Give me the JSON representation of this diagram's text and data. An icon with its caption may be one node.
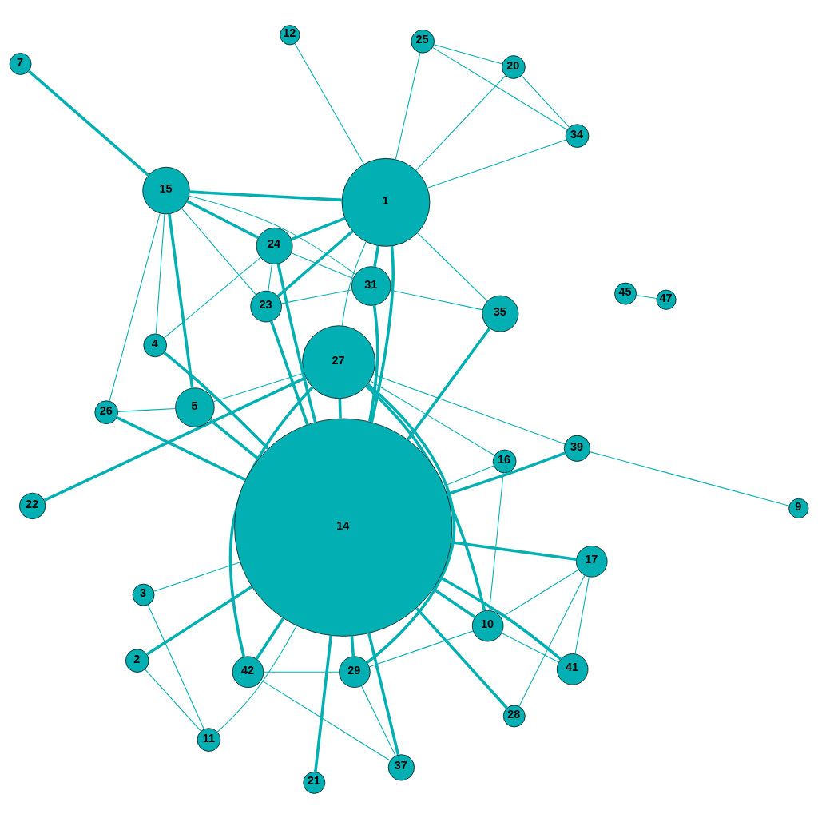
{
  "diagram": {
    "nodes": [
      {
        "text": [
          "22"
        ]
      },
      {
        "text": [
          "9"
        ]
      },
      {
        "text": [
          "27"
        ]
      },
      {
        "text": [
          "39"
        ]
      },
      {
        "text": [
          "16"
        ]
      },
      {
        "text": [
          "29"
        ]
      },
      {
        "text": [
          "45"
        ]
      },
      {
        "text": [
          "47"
        ]
      },
      {
        "text": [
          "42"
        ]
      },
      {
        "text": [
          "37"
        ]
      },
      {
        "text": [
          "10"
        ]
      },
      {
        "text": [
          "26"
        ]
      },
      {
        "text": [
          "21"
        ]
      },
      {
        "text": [
          "5"
        ]
      },
      {
        "text": [
          "41"
        ]
      },
      {
        "text": [
          "14"
        ]
      },
      {
        "text": [
          "17"
        ]
      },
      {
        "text": [
          "4"
        ]
      },
      {
        "text": [
          "28"
        ]
      },
      {
        "text": [
          "15"
        ]
      },
      {
        "text": [
          "7"
        ]
      },
      {
        "text": [
          "24"
        ]
      },
      {
        "text": [
          "2"
        ]
      },
      {
        "text": [
          "11"
        ]
      },
      {
        "text": [
          "35"
        ]
      },
      {
        "text": [
          "1"
        ]
      },
      {
        "text": [
          "3"
        ]
      },
      {
        "text": [
          "31"
        ]
      },
      {
        "text": [
          "20"
        ]
      },
      {
        "text": [
          "12"
        ]
      },
      {
        "text": [
          "23"
        ]
      },
      {
        "text": [
          "34"
        ]
      },
      {
        "text": [
          "25"
        ]
      }
    ],
    "edges": [
      {
        "from": 2,
        "to": 0,
        "arrow": "none",
        "style": "thick"
      },
      {
        "from": 1,
        "to": 3,
        "arrow": "none"
      },
      {
        "from": 3,
        "to": 2,
        "arrow": "none"
      },
      {
        "from": 3,
        "to": 15,
        "arrow": "none",
        "style": "thick"
      },
      {
        "from": 2,
        "to": 13,
        "arrow": "none"
      },
      {
        "from": 2,
        "to": 25,
        "arrow": "none"
      },
      {
        "from": 2,
        "to": 15,
        "arrow": "none",
        "style": "thick"
      },
      {
        "from": 2,
        "to": 8,
        "arrow": "none",
        "style": "thick"
      },
      {
        "from": 2,
        "to": 5,
        "arrow": "none",
        "style": "thick"
      },
      {
        "from": 2,
        "to": 10,
        "arrow": "none",
        "style": "thick"
      },
      {
        "from": 2,
        "to": 4,
        "arrow": "none"
      },
      {
        "from": 5,
        "to": 8,
        "arrow": "none"
      },
      {
        "from": 5,
        "to": 15,
        "arrow": "none",
        "style": "thick"
      },
      {
        "from": 5,
        "to": 10,
        "arrow": "none"
      },
      {
        "from": 5,
        "to": 9,
        "arrow": "none"
      },
      {
        "from": 8,
        "to": 9,
        "arrow": "none"
      },
      {
        "from": 8,
        "to": 15,
        "arrow": "none",
        "style": "thick"
      },
      {
        "from": 4,
        "to": 10,
        "arrow": "none"
      },
      {
        "from": 4,
        "to": 15,
        "arrow": "none"
      },
      {
        "from": 9,
        "to": 15,
        "arrow": "none",
        "style": "thick"
      },
      {
        "from": 10,
        "to": 15,
        "arrow": "none",
        "style": "thick"
      },
      {
        "from": 10,
        "to": 14,
        "arrow": "none"
      },
      {
        "from": 10,
        "to": 16,
        "arrow": "none"
      },
      {
        "from": 6,
        "to": 7,
        "arrow": "none"
      },
      {
        "from": 11,
        "to": 13,
        "arrow": "none"
      },
      {
        "from": 11,
        "to": 19,
        "arrow": "none"
      },
      {
        "from": 11,
        "to": 15,
        "arrow": "none",
        "style": "thick"
      },
      {
        "from": 12,
        "to": 15,
        "arrow": "none",
        "style": "thick"
      },
      {
        "from": 13,
        "to": 15,
        "arrow": "none",
        "style": "thick"
      },
      {
        "from": 13,
        "to": 19,
        "arrow": "none",
        "style": "thick"
      },
      {
        "from": 14,
        "to": 15,
        "arrow": "none",
        "style": "thick"
      },
      {
        "from": 14,
        "to": 16,
        "arrow": "none"
      },
      {
        "from": 16,
        "to": 15,
        "arrow": "none",
        "style": "thick"
      },
      {
        "from": 16,
        "to": 18,
        "arrow": "none"
      },
      {
        "from": 17,
        "to": 15,
        "arrow": "none",
        "style": "thick"
      },
      {
        "from": 17,
        "to": 19,
        "arrow": "none"
      },
      {
        "from": 17,
        "to": 21,
        "arrow": "none"
      },
      {
        "from": 18,
        "to": 15,
        "arrow": "none",
        "style": "thick"
      },
      {
        "from": 19,
        "to": 20,
        "arrow": "none",
        "style": "thick"
      },
      {
        "from": 19,
        "to": 21,
        "arrow": "none",
        "style": "thick"
      },
      {
        "from": 19,
        "to": 25,
        "arrow": "none",
        "style": "thick"
      },
      {
        "from": 19,
        "to": 27,
        "arrow": "none"
      },
      {
        "from": 19,
        "to": 30,
        "arrow": "none"
      },
      {
        "from": 21,
        "to": 15,
        "arrow": "none",
        "style": "thick"
      },
      {
        "from": 21,
        "to": 25,
        "arrow": "none",
        "style": "thick"
      },
      {
        "from": 21,
        "to": 27,
        "arrow": "none"
      },
      {
        "from": 21,
        "to": 30,
        "arrow": "none"
      },
      {
        "from": 22,
        "to": 15,
        "arrow": "none",
        "style": "thick"
      },
      {
        "from": 22,
        "to": 23,
        "arrow": "none"
      },
      {
        "from": 23,
        "to": 15,
        "arrow": "none"
      },
      {
        "from": 23,
        "to": 26,
        "arrow": "none"
      },
      {
        "from": 26,
        "to": 15,
        "arrow": "none"
      },
      {
        "from": 24,
        "to": 15,
        "arrow": "none",
        "style": "thick"
      },
      {
        "from": 24,
        "to": 25,
        "arrow": "none"
      },
      {
        "from": 24,
        "to": 27,
        "arrow": "none"
      },
      {
        "from": 25,
        "to": 15,
        "arrow": "none",
        "style": "thick"
      },
      {
        "from": 25,
        "to": 27,
        "arrow": "none",
        "style": "thick"
      },
      {
        "from": 25,
        "to": 30,
        "arrow": "none",
        "style": "thick"
      },
      {
        "from": 25,
        "to": 29,
        "arrow": "none"
      },
      {
        "from": 25,
        "to": 28,
        "arrow": "none"
      },
      {
        "from": 25,
        "to": 32,
        "arrow": "none"
      },
      {
        "from": 25,
        "to": 31,
        "arrow": "none"
      },
      {
        "from": 27,
        "to": 15,
        "arrow": "none",
        "style": "thick"
      },
      {
        "from": 27,
        "to": 30,
        "arrow": "none"
      },
      {
        "from": 30,
        "to": 15,
        "arrow": "none",
        "style": "thick"
      },
      {
        "from": 28,
        "to": 32,
        "arrow": "none"
      },
      {
        "from": 28,
        "to": 31,
        "arrow": "none"
      },
      {
        "from": 32,
        "to": 31,
        "arrow": "none"
      }
    ]
  }
}
